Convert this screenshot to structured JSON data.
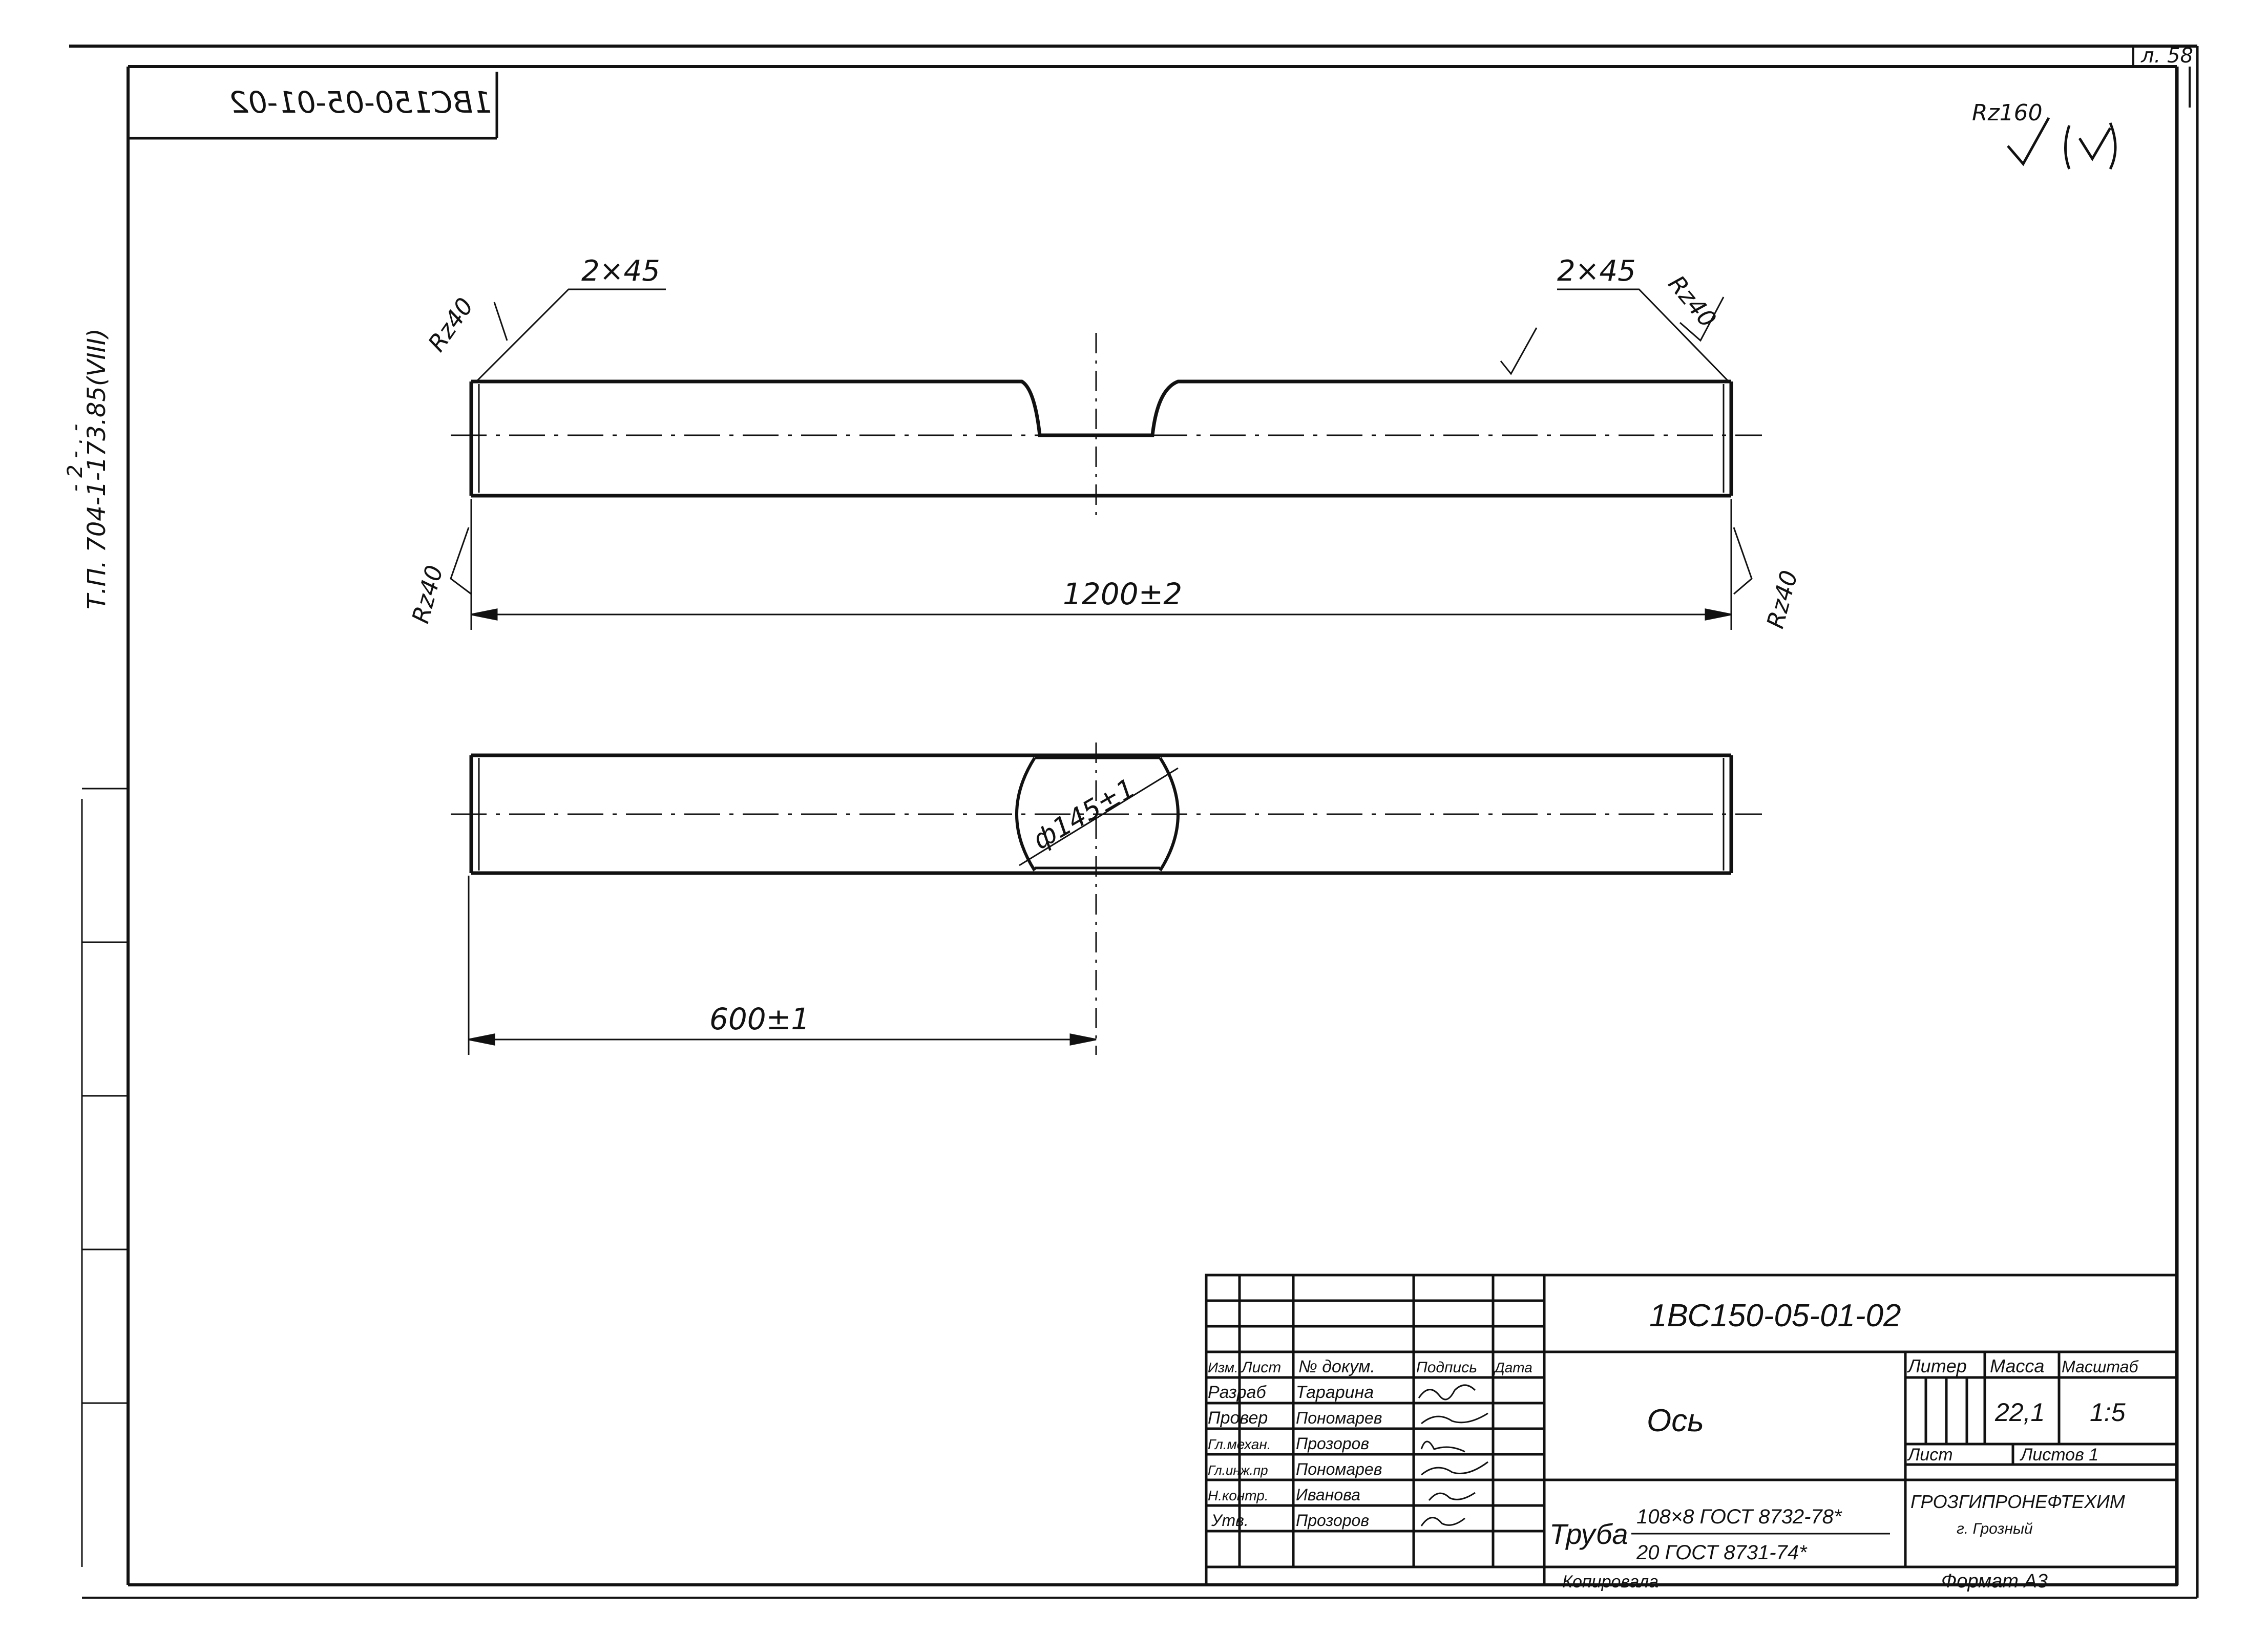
{
  "sheet_number": "л. 58",
  "doc_code_mirrored": "1ВС150-05-01-02",
  "side_reference": "Т.П. 704-1-173.85(VIII)",
  "side_reference_extra": "- 2 - . -",
  "surface_finish": {
    "general": "Rz160",
    "general_paren": "(√)",
    "left_top": "Rz40",
    "right_top": "Rz40",
    "left_bottom": "Rz40",
    "right_bottom": "Rz40"
  },
  "dims": {
    "chamfer_left": "2×45",
    "chamfer_right": "2×45",
    "length_total": "1200±2",
    "length_half": "600±1",
    "diameter": "ф145±1"
  },
  "title_block": {
    "designation": "1ВС150-05-01-02",
    "name": "Ось",
    "material_line1": "108×8 ГОСТ 8732-78*",
    "material_line2": "20 ГОСТ 8731-74*",
    "material_prefix": "Труба",
    "header_cols": [
      "Изм.",
      "Лист",
      "№ докум.",
      "Подпись",
      "Дата"
    ],
    "roles": [
      "Разраб",
      "Провер",
      "Гл.механ.",
      "Гл.инж.пр",
      "Н.контр.",
      "Утв."
    ],
    "persons": [
      "Тарарина",
      "Пономарев",
      "Прозоров",
      "Пономарев",
      "Иванова",
      "Прозоров"
    ],
    "litera_label": "Литер",
    "mass_label": "Масса",
    "scale_label": "Масштаб",
    "mass_value": "22,1",
    "scale_value": "1:5",
    "sheet_label": "Лист",
    "sheets_label": "Листов 1",
    "org_name": "ГРОЗГИПРОНЕФТЕХИМ",
    "org_city": "г. Грозный",
    "copied_by": "Копировала",
    "format": "Формат А3"
  }
}
